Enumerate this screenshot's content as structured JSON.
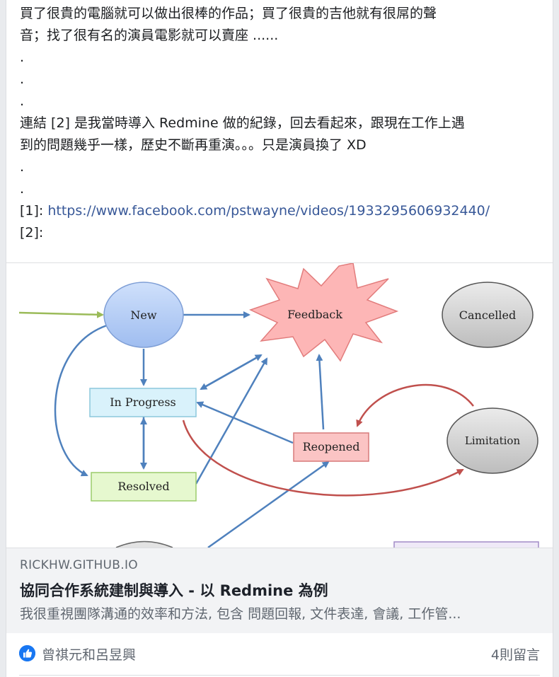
{
  "post": {
    "lines": [
      "買了很貴的電腦就可以做出很棒的作品；買了很貴的吉他就有很屌的聲",
      "音；找了很有名的演員電影就可以賣座 ......",
      ".",
      ".",
      ".",
      "連結 [2] 是我當時導入 Redmine 做的紀錄，回去看起來，跟現在工作上遇",
      "到的問題幾乎一樣，歷史不斷再重演。。。只是演員換了 XD",
      ".",
      "."
    ],
    "ref1_label": "[1]: ",
    "ref1_url": "https://www.facebook.com/pstwayne/videos/1933295606932440/",
    "ref2_label": "[2]:"
  },
  "diagram": {
    "nodes": {
      "new": "New",
      "feedback": "Feedback",
      "cancelled": "Cancelled",
      "in_progress": "In Progress",
      "limitation": "Limitation",
      "reopened": "Reopened",
      "resolved": "Resolved"
    }
  },
  "link_preview": {
    "domain": "RICKHW.GITHUB.IO",
    "title": "協同合作系統建制與導入 - 以 Redmine 為例",
    "description": "我很重視團隊溝通的效率和方法, 包含 問題回報, 文件表達, 會議, 工作管..."
  },
  "footer": {
    "reactors": "曾祺元和呂昱興",
    "comments": "4則留言"
  },
  "colors": {
    "link": "#385898",
    "like_blue": "#1877f2",
    "meta_bg": "#f2f3f5"
  }
}
